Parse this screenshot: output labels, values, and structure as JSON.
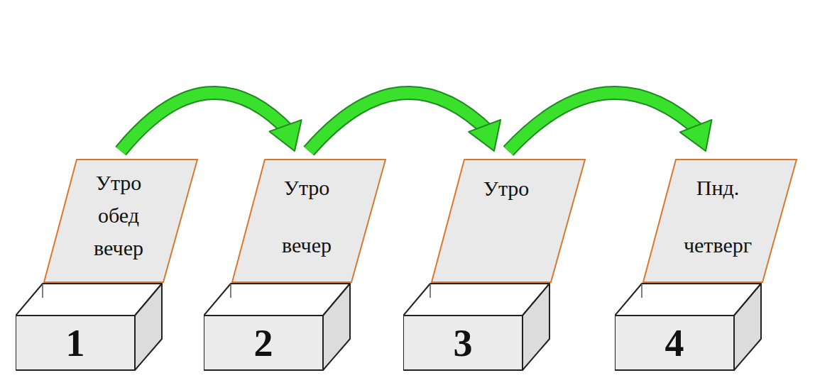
{
  "diagram": {
    "nodes": [
      {
        "text": [
          "Утро обед вечер",
          "1"
        ]
      },
      {
        "text": [
          "Утро вечер",
          "2"
        ]
      },
      {
        "text": [
          "Утро",
          "3"
        ]
      },
      {
        "text": [
          "Пнд. четверг",
          "4"
        ]
      }
    ],
    "edges": [
      {
        "from": 0,
        "to": 1,
        "arrow": "to"
      },
      {
        "from": 1,
        "to": 2,
        "arrow": "to"
      },
      {
        "from": 2,
        "to": 3,
        "arrow": "to"
      }
    ]
  }
}
